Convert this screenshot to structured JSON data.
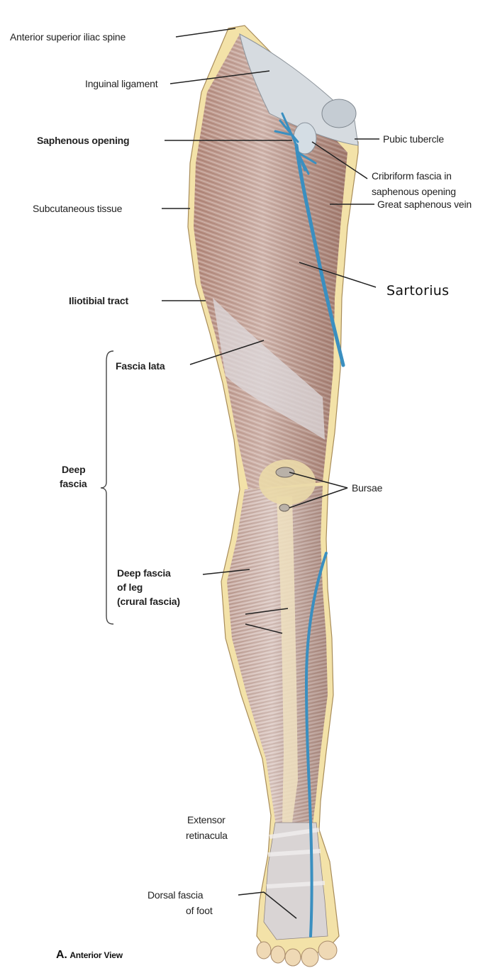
{
  "figure": {
    "caption_letter": "A.",
    "caption_text": "Anterior View"
  },
  "labels": {
    "anterior_superior_iliac_spine": "Anterior superior iliac spine",
    "inguinal_ligament": "Inguinal ligament",
    "saphenous_opening": "Saphenous opening",
    "subcutaneous_tissue": "Subcutaneous tissue",
    "iliotibial_tract": "Iliotibial tract",
    "fascia_lata": "Fascia lata",
    "deep_fascia_line1": "Deep",
    "deep_fascia_line2": "fascia",
    "deep_fascia_leg_line1": "Deep fascia",
    "deep_fascia_leg_line2": "of leg",
    "deep_fascia_leg_line3": "(crural fascia)",
    "pubic_tubercle": "Pubic tubercle",
    "cribriform_line1": "Cribriform fascia in",
    "cribriform_line2": "saphenous opening",
    "great_saphenous_vein": "Great saphenous vein",
    "sartorius": "Sartorius",
    "bursae": "Bursae",
    "extensor_line1": "Extensor",
    "extensor_line2": "retinacula",
    "dorsal_fascia_line1": "Dorsal fascia",
    "dorsal_fascia_line2": "of foot"
  },
  "colors": {
    "skin_layer": "#f3e2a8",
    "muscle": "#b48a7c",
    "fascia": "#d9d6d8",
    "vein": "#3a8fc0",
    "leader_line": "#222222"
  }
}
